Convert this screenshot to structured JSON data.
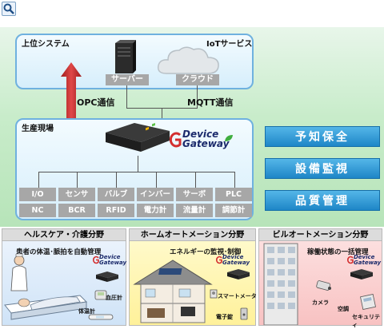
{
  "icons": {
    "zoom": "magnifier-icon"
  },
  "upper": {
    "title": "上位システム",
    "iot_title": "IoTサービス",
    "server_label": "サーバー",
    "cloud_label": "クラウド",
    "opc": "OPC通信",
    "mqtt": "MQTT通信"
  },
  "production": {
    "title": "生産現場",
    "gateway": {
      "line1": "Device",
      "line2": "Gateway"
    },
    "devices_row1": [
      "I/O",
      "センサ",
      "バルブ",
      "インバータ",
      "サーボ",
      "PLC"
    ],
    "devices_row2": [
      "NC",
      "BCR",
      "RFID",
      "電力計",
      "流量計",
      "調節計"
    ]
  },
  "benefits": [
    "予知保全",
    "設備監視",
    "品質管理"
  ],
  "sections": {
    "health": {
      "title": "ヘルスケア・介護分野",
      "subtitle": "患者の体温･脈拍を自動管理",
      "labels": [
        "血圧計",
        "体温計"
      ]
    },
    "home": {
      "title": "ホームオートメーション分野",
      "subtitle": "エネルギーの監視･制御",
      "labels": [
        "スマートメータ",
        "電子錠"
      ]
    },
    "building": {
      "title": "ビルオートメーション分野",
      "subtitle": "稼働状態の一括管理",
      "labels": [
        "カメラ",
        "空調",
        "セキュリティ"
      ]
    }
  },
  "colors": {
    "panel_border": "#6fb1df",
    "benefit_blue": "#2a96d4",
    "arrow_red": "#c62828",
    "home_bg": "#fff6a8",
    "building_bg": "#fbd0d0",
    "health_bg": "#dcecfb"
  }
}
